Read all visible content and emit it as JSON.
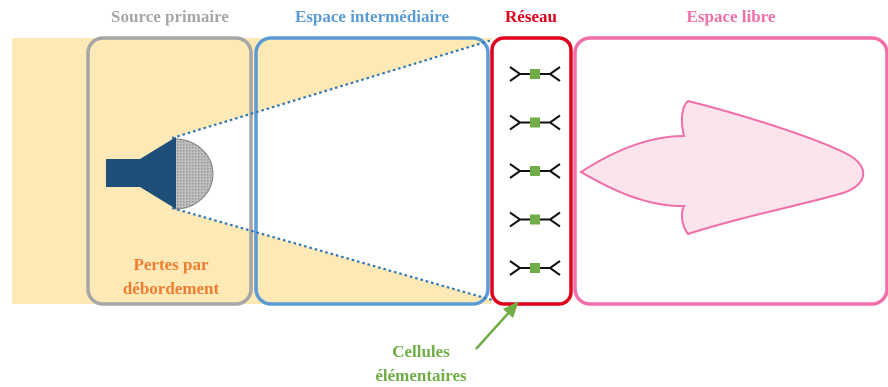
{
  "headers": {
    "source": "Source primaire",
    "intermediate": "Espace intermédiaire",
    "network": "Réseau",
    "free_space": "Espace libre"
  },
  "losses": {
    "line1": "Pertes par",
    "line2": "débordement"
  },
  "cells": {
    "line1": "Cellules",
    "line2": "élémentaires"
  },
  "colors": {
    "source_border": "#A6A6A6",
    "intermediate_border": "#5B9BD5",
    "network_border": "#E0001B",
    "free_space_border": "#F06EAA",
    "loss_zone": "#FDE9B6",
    "losses_text": "#ED7D31",
    "cells_text": "#70AD47",
    "horn": "#1F4E79",
    "lobe_fill": "#FCE4EC",
    "element_green": "#70AD47"
  },
  "icons": [
    "horn-antenna-icon",
    "dipole-element-icon",
    "radiation-lobe-icon",
    "arrow-icon"
  ],
  "network_element_count": 5
}
